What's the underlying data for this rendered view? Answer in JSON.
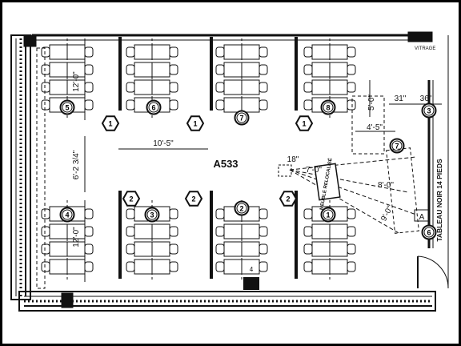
{
  "room": {
    "number": "A533"
  },
  "dimensions": {
    "cluster_depth_left_top": "12'-0\"",
    "cluster_depth_left_bottom": "12'-0\"",
    "aisle_width": "6'-2 3/4\"",
    "aisle_length": "10'-5\"",
    "right_vertical": "5'-0\"",
    "right_31": "31\"",
    "right_36": "36\"",
    "right_445": "4'-5\"",
    "proj_18": "18\"",
    "proj_7": "7'-0\"",
    "proj_8": "8'-0\"",
    "proj_9": "9'-0\""
  },
  "labels": {
    "vitrage": "VITRAGE",
    "board": "TABLEAU NOIR 14 PIEDS",
    "cabinet": "MEUBLE RELOCALISÉ",
    "detail": "A",
    "outlet": "4"
  },
  "circle_tags": [
    "5",
    "6",
    "7",
    "8",
    "4",
    "3",
    "2",
    "1",
    "3",
    "7",
    "6"
  ],
  "hex_tags": [
    "1",
    "1",
    "1",
    "2",
    "2",
    "2"
  ]
}
